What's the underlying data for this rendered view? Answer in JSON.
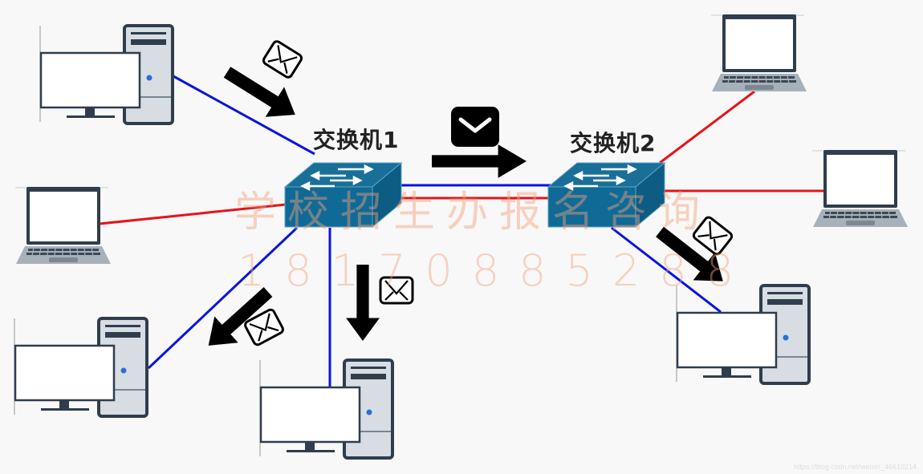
{
  "switches": [
    {
      "id": "switch-1",
      "label": "交换机1"
    },
    {
      "id": "switch-2",
      "label": "交换机2"
    }
  ],
  "devices": [
    {
      "id": "desktop-top-left",
      "type": "desktop",
      "link": "switch-1",
      "cable": "blue"
    },
    {
      "id": "laptop-mid-left",
      "type": "laptop",
      "link": "switch-1",
      "cable": "red"
    },
    {
      "id": "desktop-bottom-left",
      "type": "desktop",
      "link": "switch-1",
      "cable": "blue"
    },
    {
      "id": "desktop-bottom-center",
      "type": "desktop",
      "link": "switch-1",
      "cable": "blue"
    },
    {
      "id": "laptop-top-right",
      "type": "laptop",
      "link": "switch-2",
      "cable": "red"
    },
    {
      "id": "laptop-mid-right",
      "type": "laptop",
      "link": "switch-2",
      "cable": "red"
    },
    {
      "id": "desktop-bottom-right",
      "type": "desktop",
      "link": "switch-2",
      "cable": "blue"
    }
  ],
  "trunk_links": [
    {
      "from": "switch-1",
      "to": "switch-2",
      "cable": "blue"
    },
    {
      "from": "switch-1",
      "to": "switch-2",
      "cable": "red"
    }
  ],
  "colors": {
    "blue_cable": "#0a14e0",
    "red_cable": "#e8121a",
    "switch_top": "#1a6f98",
    "switch_front": "#0f6a96",
    "switch_side": "#0c5c84",
    "device_frame": "#2f3d4c",
    "tower_body": "#d7dde3"
  },
  "watermark": {
    "line1": "学校招生办报名咨询",
    "line2": "18170885288"
  },
  "source_url": "https://blog.csdn.net/weixin_46610214"
}
